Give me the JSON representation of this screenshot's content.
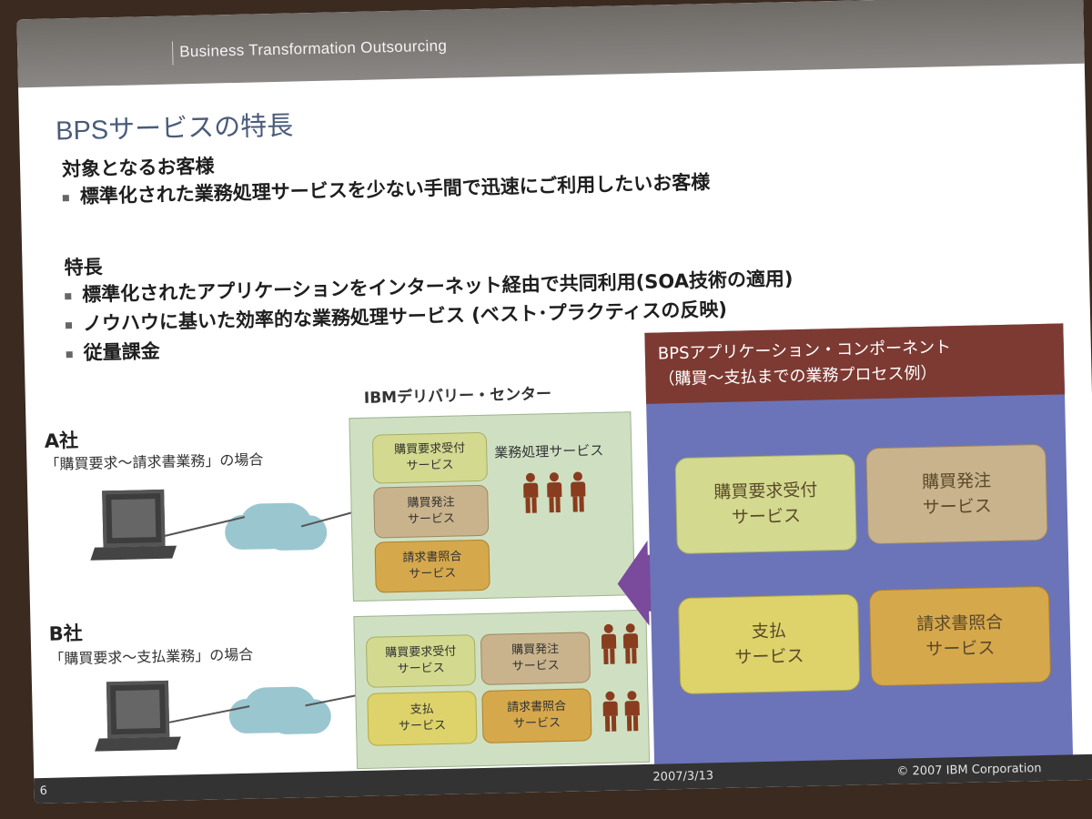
{
  "header": {
    "brand": "Business Transformation Outsourcing"
  },
  "slide": {
    "title": "BPSサービスの特長",
    "target_heading": "対象となるお客様",
    "target_bullets": [
      "標準化された業務処理サービスを少ない手間で迅速にご利用したいお客様"
    ],
    "features_heading": "特長",
    "feature_bullets": [
      "標準化されたアプリケーションをインターネット経由で共同利用(SOA技術の適用)",
      "ノウハウに基いた効率的な業務処理サービス (ベスト･プラクティスの反映)",
      "従量課金"
    ]
  },
  "diagram": {
    "center_title": "IBMデリバリー・センター",
    "company_a": {
      "name": "A社",
      "scope": "「購買要求～請求書業務」の場合"
    },
    "company_b": {
      "name": "B社",
      "scope": "「購買要求～支払業務」の場合"
    },
    "box_a": {
      "services": [
        {
          "line1": "購買要求受付",
          "line2": "サービス"
        },
        {
          "line1": "購買発注",
          "line2": "サービス"
        },
        {
          "line1": "請求書照合",
          "line2": "サービス"
        }
      ],
      "label": "業務処理サービス"
    },
    "box_b": {
      "services": [
        {
          "line1": "購買要求受付",
          "line2": "サービス"
        },
        {
          "line1": "購買発注",
          "line2": "サービス"
        },
        {
          "line1": "支払",
          "line2": "サービス"
        },
        {
          "line1": "請求書照合",
          "line2": "サービス"
        }
      ]
    },
    "components": {
      "header_line1": "BPSアプリケーション・コンポーネント",
      "header_line2": "（購買～支払までの業務プロセス例）",
      "items": [
        {
          "line1": "購買要求受付",
          "line2": "サービス"
        },
        {
          "line1": "購買発注",
          "line2": "サービス"
        },
        {
          "line1": "支払",
          "line2": "サービス"
        },
        {
          "line1": "請求書照合",
          "line2": "サービス"
        }
      ]
    }
  },
  "footer": {
    "page": "6",
    "date": "2007/3/13",
    "copyright": "© 2007 IBM Corporation"
  },
  "colors": {
    "component_header": "#7d3a32",
    "component_panel": "#6b74b8",
    "arrow": "#7a4a9c"
  }
}
